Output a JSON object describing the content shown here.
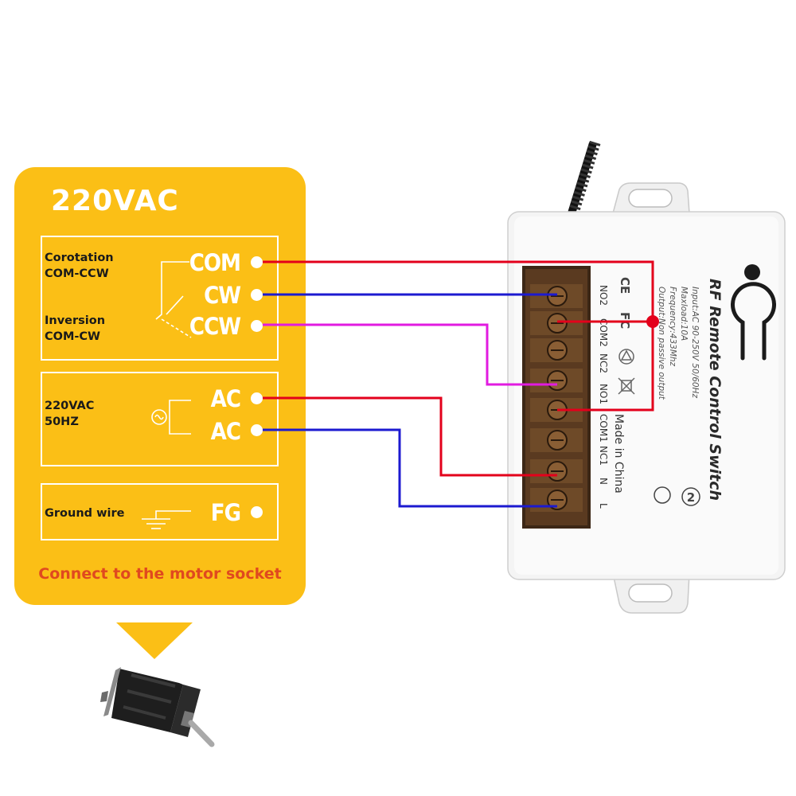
{
  "panel": {
    "title": "220VAC",
    "groups": [
      {
        "labels": [
          "Corotation",
          "COM-CCW",
          "Inversion",
          "COM-CW"
        ],
        "terminals": [
          "COM",
          "CW",
          "CCW"
        ]
      },
      {
        "labels": [
          "220VAC",
          "50HZ"
        ],
        "terminals": [
          "AC",
          "AC"
        ]
      },
      {
        "labels": [
          "Ground wire"
        ],
        "terminals": [
          "FG"
        ]
      }
    ],
    "footer": "Connect to the motor socket"
  },
  "device": {
    "title": "RF Remote Control Switch",
    "specs": [
      "Input:AC 90-250V 50/60Hz",
      "Maxload:10A",
      "Frequency:433Mhz",
      "Output:Non passive output"
    ],
    "marks": [
      "CE",
      "FC"
    ],
    "made_in": "Made in China",
    "terminal_labels": [
      "NO2",
      "COM2",
      "NC2",
      "NO1",
      "COM1",
      "NC1",
      "N",
      "L"
    ]
  },
  "colors": {
    "panel": "#fbbf16",
    "wire_red": "#e3001b",
    "wire_blue": "#1c1ad0",
    "wire_magenta": "#e11be0",
    "footer_text": "#e0491f"
  }
}
